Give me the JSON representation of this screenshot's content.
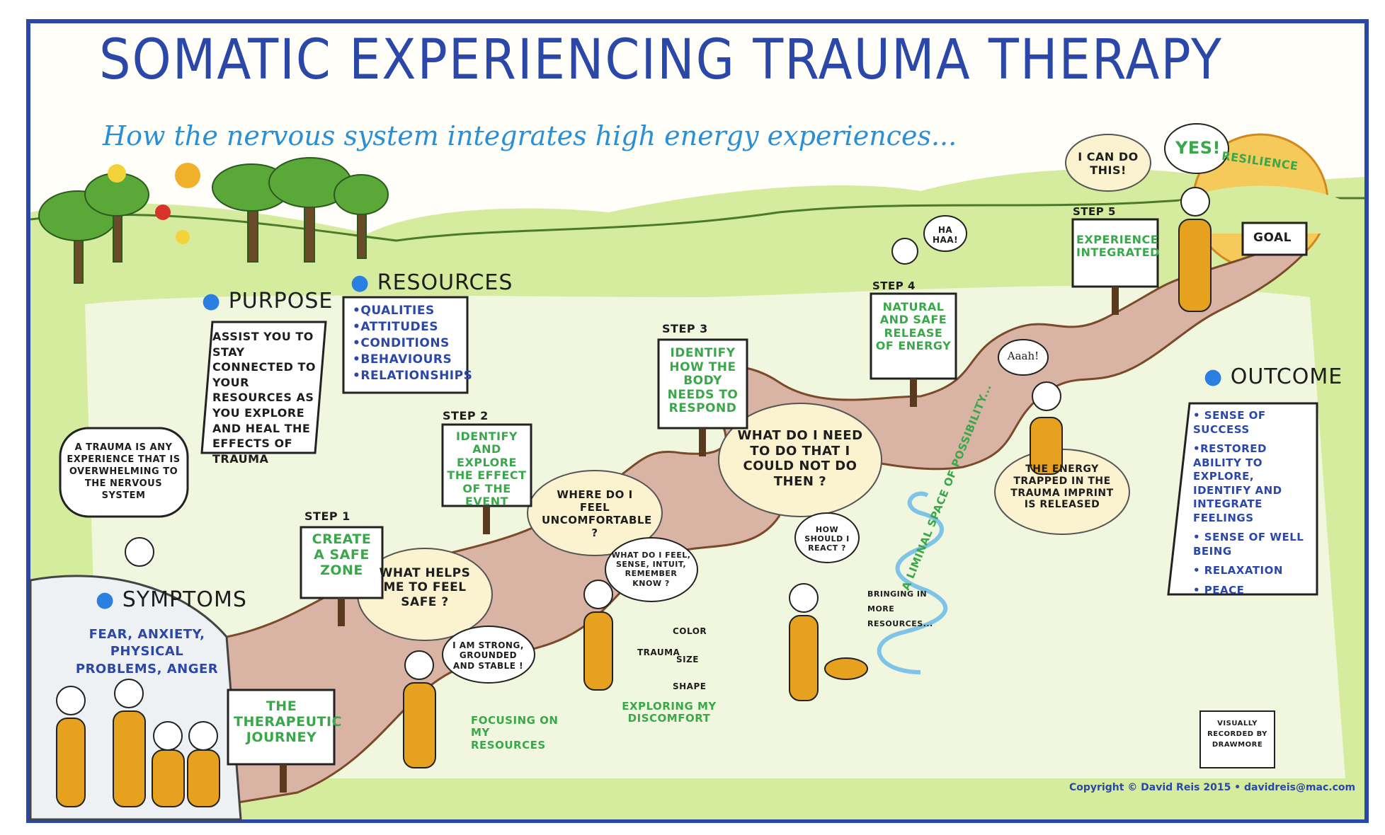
{
  "title": "SOMATIC EXPERIENCING TRAUMA THERAPY",
  "subtitle": "How the nervous system integrates high energy experiences...",
  "purpose": {
    "heading": "PURPOSE",
    "text": "ASSIST YOU TO STAY CONNECTED TO YOUR RESOURCES AS YOU EXPLORE AND HEAL THE EFFECTS OF TRAUMA"
  },
  "resources": {
    "heading": "RESOURCES",
    "items": [
      "•QUALITIES",
      "•ATTITUDES",
      "•CONDITIONS",
      "•BEHAVIOURS",
      "•RELATIONSHIPS"
    ]
  },
  "trauma_definition": "A TRAUMA IS ANY EXPERIENCE THAT IS OVERWHELMING TO THE NERVOUS SYSTEM",
  "symptoms": {
    "heading": "SYMPTOMS",
    "text": "FEAR, ANXIETY, PHYSICAL PROBLEMS, ANGER"
  },
  "journey_sign": "THE THERAPEUTIC JOURNEY",
  "steps": [
    {
      "label": "STEP 1",
      "text": "CREATE A SAFE ZONE"
    },
    {
      "label": "STEP 2",
      "text": "IDENTIFY AND EXPLORE THE EFFECT OF THE EVENT"
    },
    {
      "label": "STEP 3",
      "text": "IDENTIFY HOW THE BODY NEEDS TO RESPOND"
    },
    {
      "label": "STEP 4",
      "text": "NATURAL AND SAFE RELEASE OF ENERGY"
    },
    {
      "label": "STEP 5",
      "text": "EXPERIENCE INTEGRATED"
    }
  ],
  "bubbles": {
    "feel_safe": "WHAT HELPS ME TO FEEL SAFE ?",
    "strong": "I AM STRONG, GROUNDED AND STABLE !",
    "uncomfortable": "WHERE DO I FEEL UNCOMFORTABLE ?",
    "feel_sense": "WHAT DO I FEEL, SENSE, INTUIT, REMEMBER KNOW ?",
    "need_to_do": "WHAT DO I NEED TO DO THAT I COULD NOT DO THEN ?",
    "react": "HOW SHOULD I REACT ?",
    "haha": "HA HAA!",
    "aaah": "Aaah!",
    "energy": "THE ENERGY TRAPPED IN THE TRAUMA IMPRINT IS RELEASED",
    "i_can": "I CAN DO THIS!",
    "yes": "YES!"
  },
  "captions": {
    "focusing": "FOCUSING ON MY RESOURCES",
    "exploring": "EXPLORING MY DISCOMFORT",
    "bringing": "BRINGING IN MORE RESOURCES...",
    "liminal": "A LIMINAL SPACE OF POSSIBILITY..."
  },
  "trauma_labels": {
    "center": "TRAUMA",
    "color": "COLOR",
    "size": "SIZE",
    "shape": "SHAPE"
  },
  "resilience": "RESILIENCE",
  "goal": "GOAL",
  "outcome": {
    "heading": "OUTCOME",
    "items": [
      "• SENSE OF SUCCESS",
      "•RESTORED ABILITY TO EXPLORE, IDENTIFY AND INTEGRATE FEELINGS",
      "• SENSE OF WELL BEING",
      "• RELAXATION",
      "• PEACE"
    ]
  },
  "recorded_by": "VISUALLY RECORDED BY DRAWMORE",
  "copyright": "Copyright © David Reis 2015 • davidreis@mac.com",
  "colors": {
    "title_blue": "#2b47a8",
    "subtitle_blue": "#2a8fd6",
    "sign_green": "#3aa84a",
    "figure_orange": "#e6a21e",
    "path_pink": "#d9b3a3",
    "grass": "#bfe08a"
  }
}
